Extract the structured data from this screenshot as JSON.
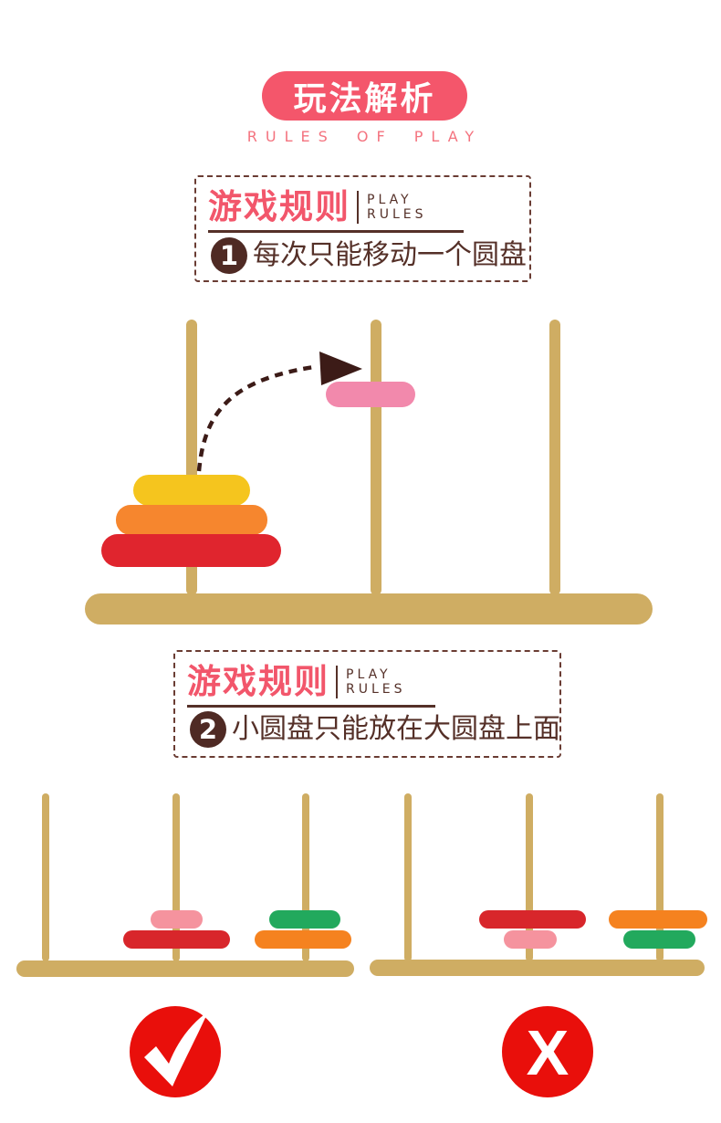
{
  "header": {
    "title": "玩法解析",
    "subtitle": "RULES OF PLAY"
  },
  "rule_boxes": [
    {
      "title_cn": "游戏规则",
      "title_en_top": "PLAY",
      "title_en_bottom": "RULES",
      "number": "1",
      "text": "每次只能移动一个圆盘"
    },
    {
      "title_cn": "游戏规则",
      "title_en_top": "PLAY",
      "title_en_bottom": "RULES",
      "number": "2",
      "text": "小圆盘只能放在大圆盘上面"
    }
  ],
  "verdicts": {
    "correct_label": "✓",
    "wrong_label": "X"
  },
  "colors": {
    "banner_pink": "#f4566b",
    "subtitle_pink": "#f4737f",
    "title_pink": "#f2566b",
    "text_brown": "#553028",
    "badge_brown": "#4f2a24",
    "border_brown": "#6a3c33",
    "wood": "#cfad63",
    "disc_yellow": "#f5c51e",
    "disc_orange": "#f6862e",
    "disc_red": "#e0252e",
    "disc_pink": "#f289ac",
    "disc_salmon": "#f5939e",
    "disc_red2": "#d8262b",
    "disc_green": "#22a95d",
    "disc_orange2": "#f5821f",
    "arrow_brown": "#3c1b17",
    "icon_red": "#e90f0b",
    "icon_white": "#ffffff"
  }
}
